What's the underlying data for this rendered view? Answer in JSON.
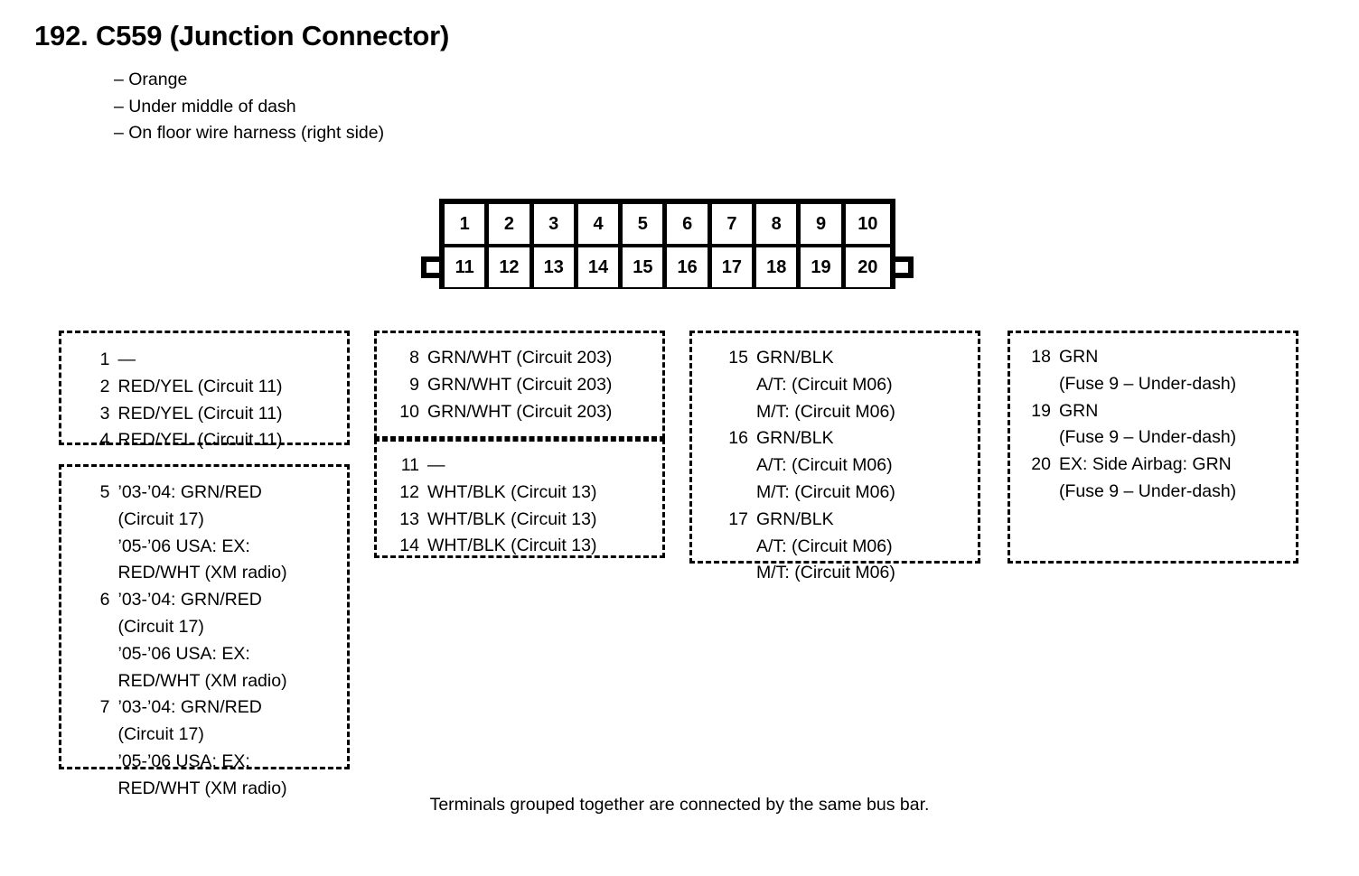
{
  "header": {
    "title": "192. C559 (Junction Connector)",
    "specs": [
      "– Orange",
      "– Under middle of dash",
      "– On floor wire harness (right side)"
    ]
  },
  "connector": {
    "name": "C559",
    "pin_count": 20,
    "row_top": [
      "1",
      "2",
      "3",
      "4",
      "5",
      "6",
      "7",
      "8",
      "9",
      "10"
    ],
    "row_bottom": [
      "11",
      "12",
      "13",
      "14",
      "15",
      "16",
      "17",
      "18",
      "19",
      "20"
    ]
  },
  "groups": [
    {
      "id": "group-1-4",
      "pins": [
        {
          "num": "1",
          "lines": [
            "—"
          ]
        },
        {
          "num": "2",
          "lines": [
            "RED/YEL (Circuit 11)"
          ]
        },
        {
          "num": "3",
          "lines": [
            "RED/YEL (Circuit 11)"
          ]
        },
        {
          "num": "4",
          "lines": [
            "RED/YEL (Circuit 11)"
          ]
        }
      ]
    },
    {
      "id": "group-5-7",
      "pins": [
        {
          "num": "5",
          "lines": [
            "’03-’04: GRN/RED",
            "(Circuit 17)",
            "’05-’06 USA: EX:",
            "RED/WHT (XM radio)"
          ]
        },
        {
          "num": "6",
          "lines": [
            "’03-’04: GRN/RED",
            "(Circuit 17)",
            "’05-’06 USA: EX:",
            "RED/WHT (XM radio)"
          ]
        },
        {
          "num": "7",
          "lines": [
            "’03-’04: GRN/RED",
            "(Circuit 17)",
            "’05-’06 USA: EX:",
            "RED/WHT (XM radio)"
          ]
        }
      ]
    },
    {
      "id": "group-8-10",
      "pins": [
        {
          "num": "8",
          "lines": [
            "GRN/WHT (Circuit 203)"
          ]
        },
        {
          "num": "9",
          "lines": [
            "GRN/WHT (Circuit 203)"
          ]
        },
        {
          "num": "10",
          "lines": [
            "GRN/WHT (Circuit 203)"
          ]
        }
      ]
    },
    {
      "id": "group-11-14",
      "pins": [
        {
          "num": "11",
          "lines": [
            "—"
          ]
        },
        {
          "num": "12",
          "lines": [
            "WHT/BLK (Circuit 13)"
          ]
        },
        {
          "num": "13",
          "lines": [
            "WHT/BLK (Circuit 13)"
          ]
        },
        {
          "num": "14",
          "lines": [
            "WHT/BLK (Circuit 13)"
          ]
        }
      ]
    },
    {
      "id": "group-15-17",
      "pins": [
        {
          "num": "15",
          "lines": [
            "GRN/BLK",
            "A/T: (Circuit M06)",
            "M/T: (Circuit M06)"
          ]
        },
        {
          "num": "16",
          "lines": [
            "GRN/BLK",
            "A/T: (Circuit M06)",
            "M/T: (Circuit M06)"
          ]
        },
        {
          "num": "17",
          "lines": [
            "GRN/BLK",
            "A/T: (Circuit M06)",
            "M/T: (Circuit M06)"
          ]
        }
      ]
    },
    {
      "id": "group-18-20",
      "pins": [
        {
          "num": "18",
          "lines": [
            "GRN",
            "(Fuse 9 – Under-dash)"
          ]
        },
        {
          "num": "19",
          "lines": [
            "GRN",
            "(Fuse 9 – Under-dash)"
          ]
        },
        {
          "num": "20",
          "lines": [
            "EX: Side Airbag: GRN",
            "(Fuse 9 – Under-dash)"
          ]
        }
      ]
    }
  ],
  "footer": {
    "note": "Terminals grouped together are connected by the same bus bar."
  }
}
